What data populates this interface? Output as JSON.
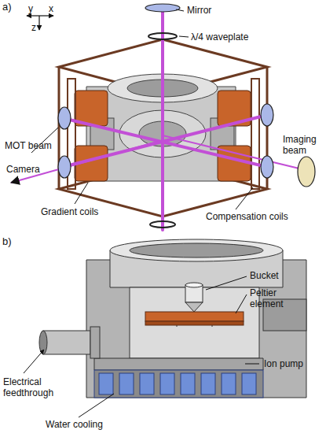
{
  "diagram": {
    "labels": [
      "a)",
      "y",
      "z",
      "x",
      "Mirror",
      "λ/4 waveplate",
      "MOT beam",
      "Imaging beam",
      "Camera",
      "Gradient coils",
      "Compensation coils",
      "b)",
      "Bucket",
      "Peltier element",
      "Electrical feedthrough",
      "Ion pump",
      "Water cooling"
    ]
  }
}
